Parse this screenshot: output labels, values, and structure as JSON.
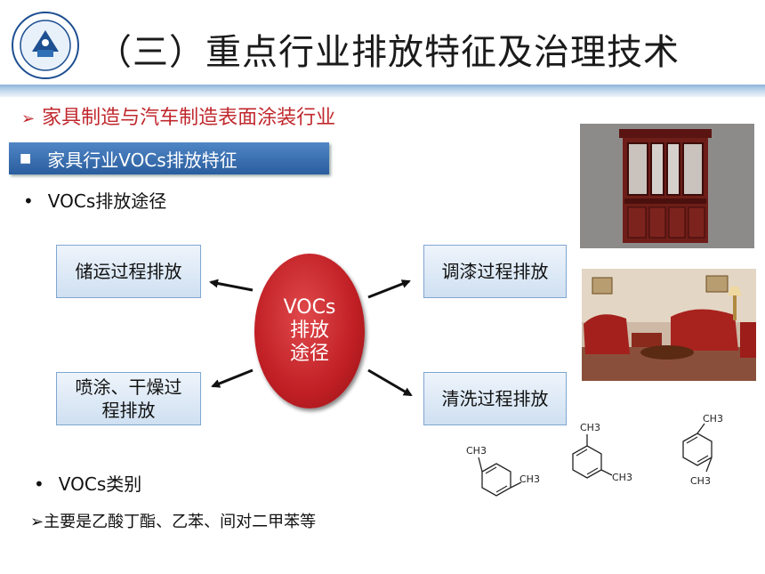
{
  "header": {
    "title": "（三）重点行业排放特征及治理技术",
    "logo_icon": "university-seal-logo"
  },
  "subtitle": {
    "arrow": "➢",
    "text": "家具制造与汽车制造表面涂装行业"
  },
  "section": {
    "marker": "■",
    "label": "家具行业VOCs排放特征"
  },
  "bullets": [
    {
      "dot": "•",
      "text": "VOCs排放途径"
    },
    {
      "dot": "•",
      "text": "VOCs类别"
    }
  ],
  "diagram": {
    "center": [
      "VOCs",
      "排放",
      "途径"
    ],
    "boxes": [
      {
        "lines": [
          "储运过程排放"
        ]
      },
      {
        "lines": [
          "调漆过程排放"
        ]
      },
      {
        "lines": [
          "喷涂、干燥过",
          "程排放"
        ]
      },
      {
        "lines": [
          "清洗过程排放"
        ]
      }
    ]
  },
  "note": "➢主要是乙酸丁酯、乙苯、间对二甲苯等",
  "molecules": {
    "ch3": "CH3"
  },
  "colors": {
    "subtitle_red": "#c0282d",
    "section_blue": "#2a5d9e",
    "center_red": "#c01f24"
  }
}
